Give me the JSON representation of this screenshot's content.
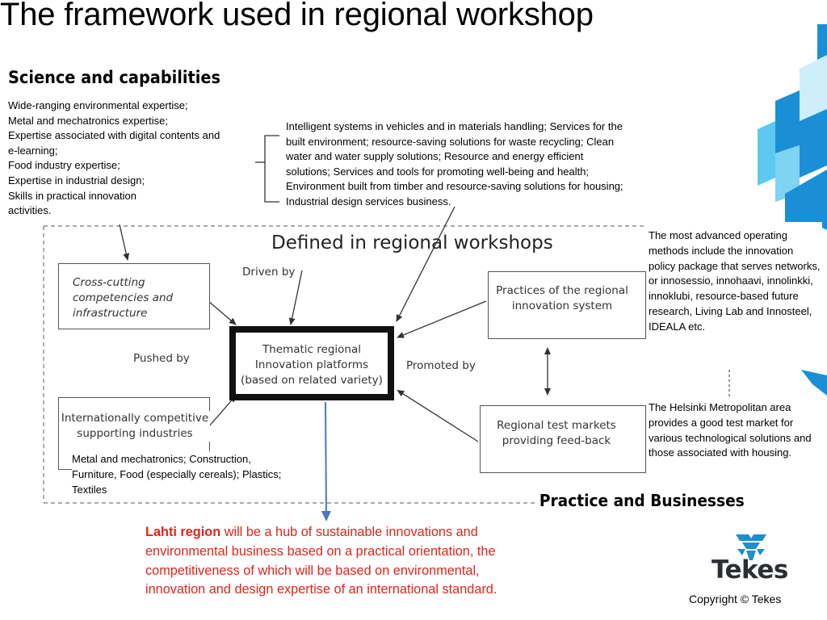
{
  "slide": {
    "title": "The framework used in regional workshop",
    "science_heading": "Science and capabilities",
    "science_items": [
      "Wide-ranging environmental expertise;",
      "Metal and mechatronics expertise;",
      "Expertise associated with digital contents and",
      "e-learning;",
      "Food industry expertise;",
      "Expertise in industrial design;",
      "Skills in practical innovation",
      "activities."
    ],
    "intelligent_text": "Intelligent systems  in vehicles and in materials handling; Services for  the built environment; resource-saving solutions for waste recycling; Clean water and  water supply solutions;  Resource and energy efficient solutions; Services and tools for  promoting well-being and health;  Environment built from timber and resource-saving  solutions for housing; Industrial design  services business.",
    "operating_methods_text": "The most advanced operating methods include  the innovation policy package that serves networks, or innosessio, innohaavi, innolinkki, innoklubi, resource-based future research, Living Lab and Innosteel, IDEALA etc.",
    "helsinki_text": "The Helsinki Metropolitan area provides a good test market for various technological solutions and those associated with  housing.",
    "metal_text": "Metal and mechatronics; Construction, Furniture, Food (especially cereals); Plastics; Textiles",
    "practice_heading": "Practice and Businesses",
    "lahti_bold": "Lahti region",
    "lahti_rest": " will be a hub of sustainable innovations and environmental business based on a practical orientation, the competitiveness of which will be based on environmental, innovation and design expertise of an international standard.",
    "copyright": "Copyright © Tekes",
    "logo_text": "Tekes"
  },
  "diagram": {
    "title": "Defined in regional workshops",
    "cross_cutting": [
      "Cross-cutting",
      "competencies and",
      "infrastructure"
    ],
    "thematic": [
      "Thematic regional",
      "Innovation platforms",
      "(based on related variety)"
    ],
    "internationally": [
      "Internationally competitive",
      "supporting industries"
    ],
    "practices": [
      "Practices of the regional",
      "innovation system"
    ],
    "test_markets": [
      "Regional test markets",
      "providing feed-back"
    ],
    "driven_by": "Driven by",
    "pushed_by": "Pushed by",
    "promoted_by": "Promoted by"
  },
  "colors": {
    "lahti_red": "#e0251b",
    "deco_blue": "#1a8fd6",
    "deco_light": "#5ec8f0",
    "logo_dark": "#2b2f33",
    "logo_blue": "#1d8ed1",
    "down_arrow": "#4a78c2"
  }
}
